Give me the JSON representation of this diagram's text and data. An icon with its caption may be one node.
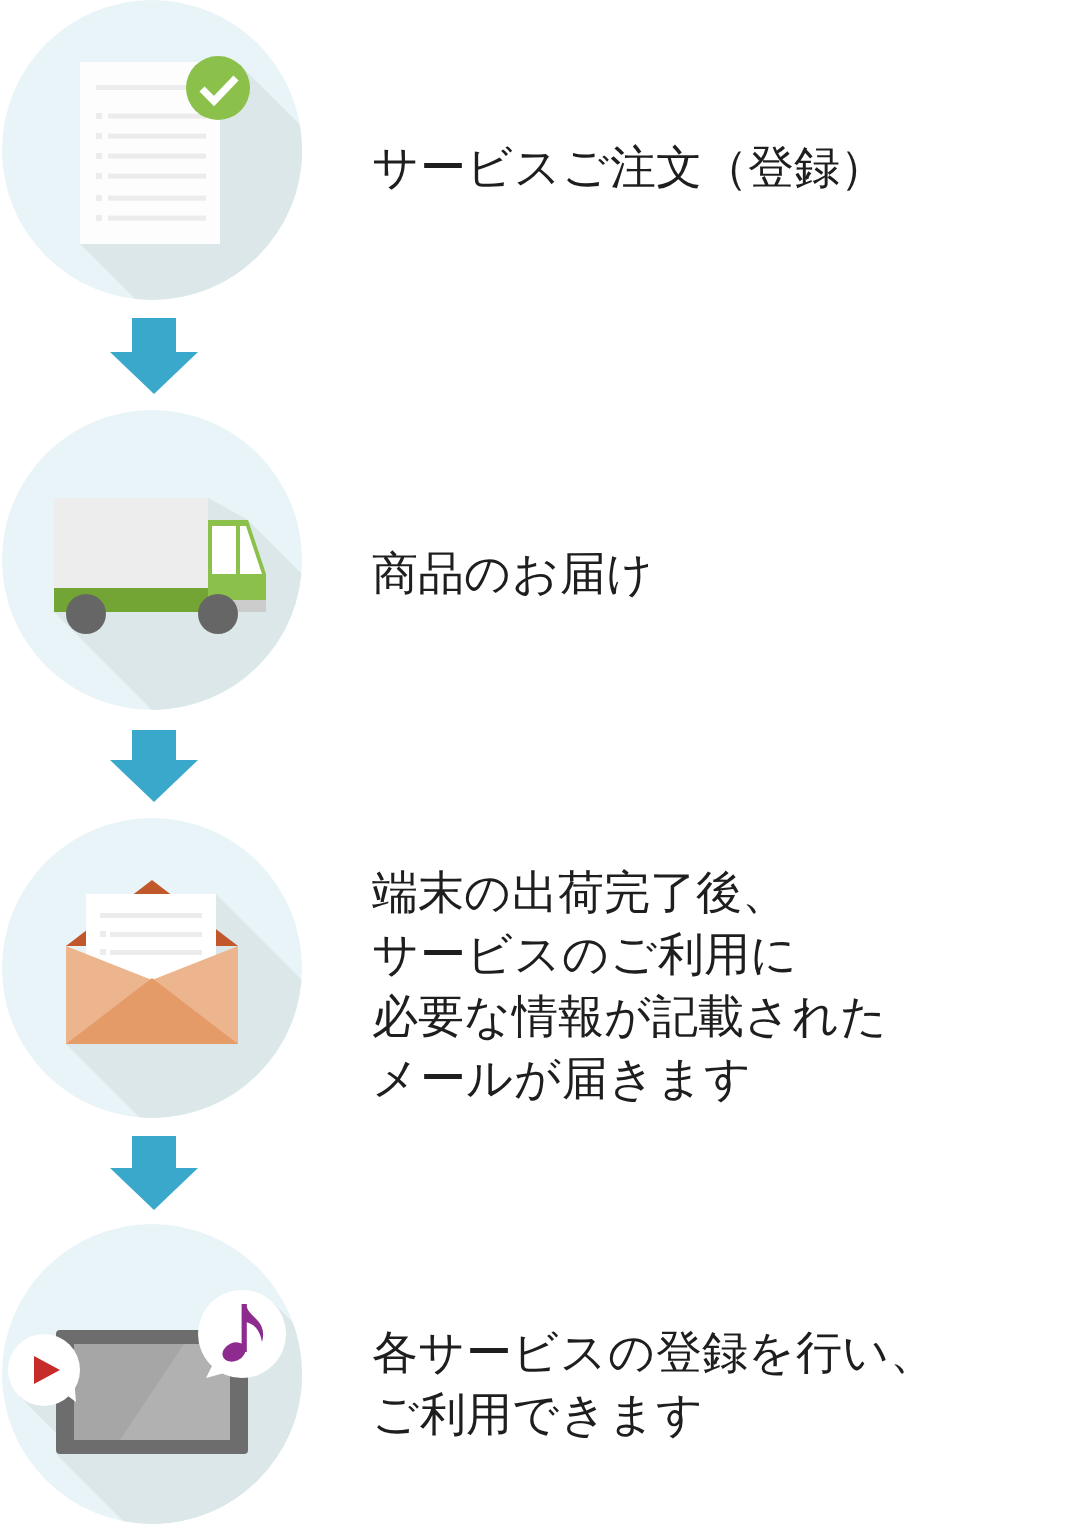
{
  "diagram": {
    "nodes": [
      {
        "text": [],
        "shape": "picture",
        "beside": [
          "サービスご注文（登録）"
        ]
      },
      {
        "text": [],
        "shape": "picture",
        "beside": [
          "商品のお届け"
        ]
      },
      {
        "text": [],
        "shape": "picture",
        "beside": [
          "端末の出荷完了後、サービスのご利用に必要な情報が記載されたメールが届きます"
        ]
      },
      {
        "text": [],
        "shape": "picture",
        "beside": [
          "各サービスの登録を行い、ご利用できます"
        ]
      }
    ],
    "edges": [
      {
        "from": 0,
        "to": 1,
        "arrow": "to"
      },
      {
        "from": 1,
        "to": 2,
        "arrow": "to"
      },
      {
        "from": 2,
        "to": 3,
        "arrow": "to"
      }
    ]
  }
}
